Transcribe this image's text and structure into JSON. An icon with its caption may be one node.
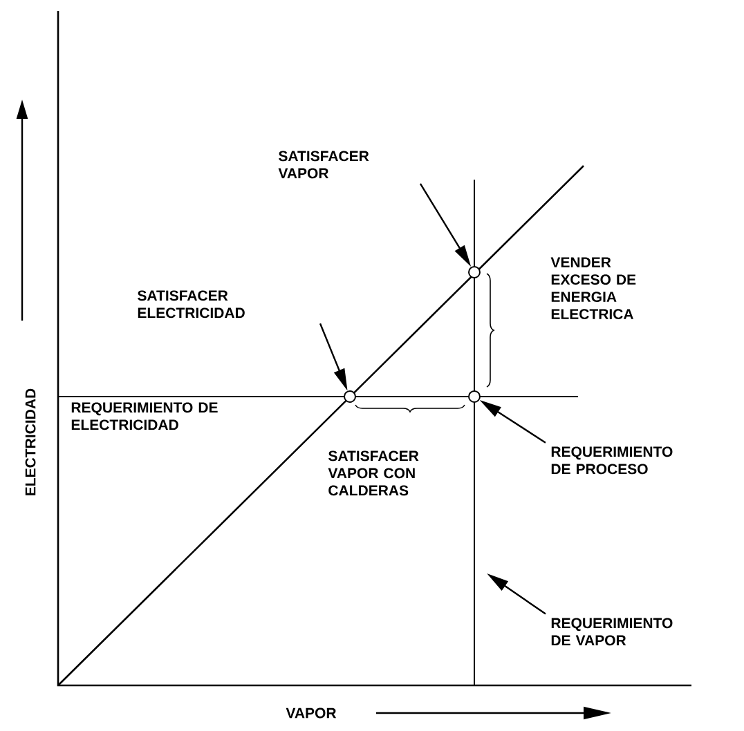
{
  "diagram": {
    "nodes": [
      {
        "text": [
          "SATISFACER VAPOR"
        ]
      },
      {
        "text": [],
        "shape": "circle"
      },
      {
        "text": [
          "SATISFACER ELECTRICIDAD"
        ]
      },
      {
        "text": [],
        "shape": "circle"
      },
      {
        "text": [],
        "shape": "circle"
      },
      {
        "text": [
          "REQUERIMIENTO DE PROCESO"
        ]
      },
      {
        "text": [
          "REQUERIMIENTO DE VAPOR"
        ]
      }
    ],
    "edges": [
      {
        "from": 0,
        "to": 1,
        "arrow": "to"
      },
      {
        "from": 2,
        "to": 3,
        "arrow": "to"
      },
      {
        "from": 5,
        "to": 4,
        "arrow": "to"
      },
      {
        "from": 6,
        "to": null,
        "arrow": "to"
      }
    ],
    "labels": [
      "ELECTRICIDAD",
      "REQUERIMIENTO DE ELECTRICIDAD",
      "VENDER EXCESO DE ENERGIA ELECTRICA",
      "SATISFACER VAPOR CON CALDERAS",
      "VAPOR"
    ]
  }
}
